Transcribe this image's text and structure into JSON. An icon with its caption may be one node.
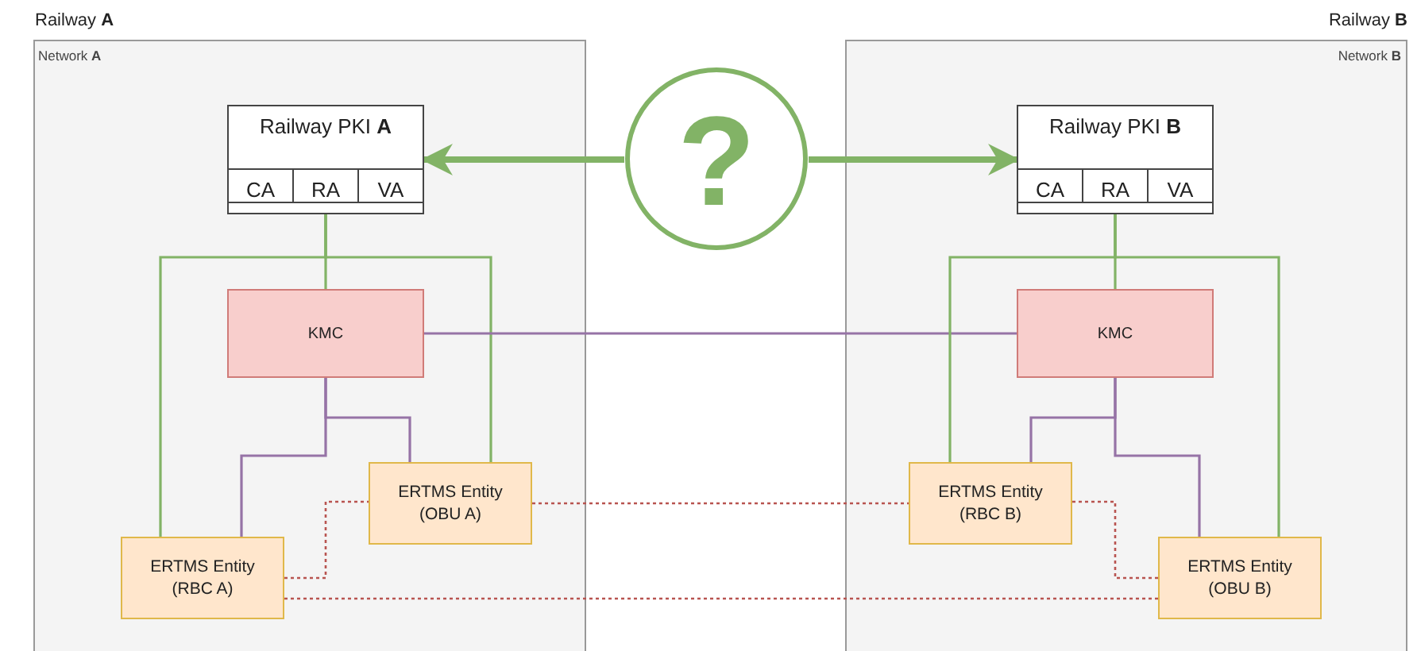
{
  "diagram": {
    "nodes": [
      {
        "text": [
          "Railway **A**",
          "Network **A**"
        ]
      },
      {
        "text": [
          "Railway PKI **A**"
        ],
        "in": 0
      },
      {
        "text": [
          "CA"
        ],
        "in": 1
      },
      {
        "text": [
          "RA"
        ],
        "in": 1
      },
      {
        "text": [
          "VA"
        ],
        "in": 1
      },
      {
        "text": [
          "?"
        ]
      },
      {
        "text": [
          "Railway **B**",
          "Network **B**"
        ]
      },
      {
        "text": [
          "Railway PKI **B**"
        ],
        "in": 6
      },
      {
        "text": [
          "CA"
        ],
        "in": 7
      },
      {
        "text": [
          "RA"
        ],
        "in": 7
      },
      {
        "text": [
          "VA"
        ],
        "in": 7
      },
      {
        "text": [
          "KMC"
        ],
        "in": 0
      },
      {
        "text": [
          "KMC"
        ],
        "in": 6
      },
      {
        "text": [
          "ERTMS Entity (OBU A)"
        ],
        "in": 0
      },
      {
        "text": [
          "ERTMS Entity (RBC B)"
        ],
        "in": 6
      },
      {
        "text": [
          "ERTMS Entity (RBC A)"
        ],
        "in": 0
      },
      {
        "text": [
          "ERTMS Entity (OBU B)"
        ],
        "in": 6
      }
    ],
    "edges": [
      {
        "from": 5,
        "to": 1,
        "arrow": "to",
        "style": "thick"
      },
      {
        "from": 5,
        "to": 7,
        "arrow": "to",
        "style": "thick"
      },
      {
        "from": 1,
        "to": 11,
        "arrow": "none"
      },
      {
        "from": 1,
        "to": 15,
        "arrow": "none"
      },
      {
        "from": 1,
        "to": 13,
        "arrow": "none"
      },
      {
        "from": 11,
        "to": 12,
        "arrow": "none",
        "color": "#9673a6"
      },
      {
        "from": 11,
        "to": 13,
        "arrow": "none",
        "color": "#9673a6"
      },
      {
        "from": 11,
        "to": 15,
        "arrow": "none",
        "color": "#9673a6"
      },
      {
        "from": 15,
        "to": 13,
        "arrow": "none",
        "style": "dashed",
        "color": "#b85450"
      },
      {
        "from": 15,
        "to": 16,
        "arrow": "none",
        "style": "dashed",
        "color": "#b85450"
      },
      {
        "from": 13,
        "to": 14,
        "arrow": "none",
        "style": "dashed",
        "color": "#b85450"
      },
      {
        "from": 14,
        "to": 16,
        "arrow": "none",
        "style": "dashed",
        "color": "#b85450"
      },
      {
        "from": 7,
        "to": 12,
        "arrow": "none"
      },
      {
        "from": 7,
        "to": 14,
        "arrow": "none"
      },
      {
        "from": 7,
        "to": 16,
        "arrow": "none"
      },
      {
        "from": 12,
        "to": 14,
        "arrow": "none",
        "color": "#9673a6"
      },
      {
        "from": 12,
        "to": 16,
        "arrow": "none",
        "color": "#9673a6"
      }
    ]
  }
}
